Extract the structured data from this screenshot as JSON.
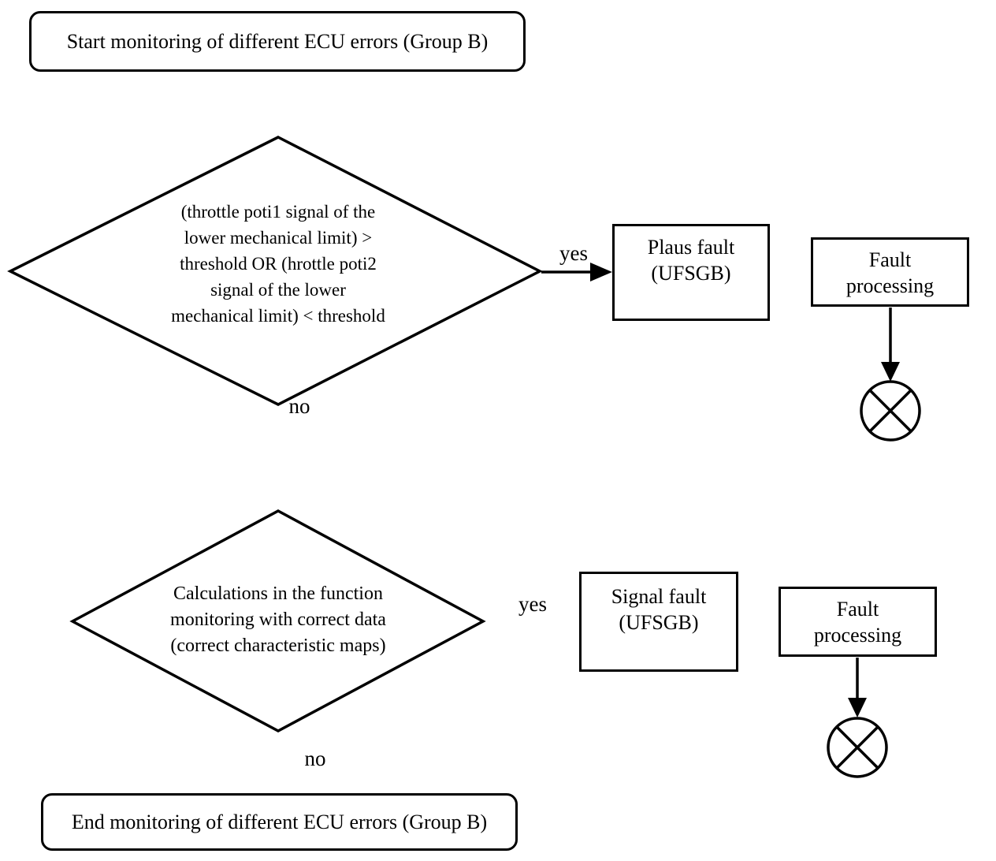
{
  "title": "ECU error monitoring flowchart (Group B)",
  "colors": {
    "stroke": "#000000",
    "background": "#ffffff",
    "text": "#000000"
  },
  "nodes": {
    "start": {
      "label": "Start monitoring of different ECU errors (Group B)"
    },
    "decision1": {
      "lines": [
        "(throttle poti1 signal of the",
        "lower mechanical limit) >",
        "threshold OR (hrottle poti2",
        "signal of the lower",
        "mechanical limit) < threshold"
      ]
    },
    "plaus_fault": {
      "lines": [
        "Plaus fault",
        "(UFSGB)"
      ]
    },
    "fault_processing1": {
      "lines": [
        "Fault",
        "processing"
      ]
    },
    "decision2": {
      "lines": [
        "Calculations in the function",
        "monitoring with correct data",
        "(correct characteristic maps)"
      ]
    },
    "signal_fault": {
      "lines": [
        "Signal fault",
        "(UFSGB)"
      ]
    },
    "fault_processing2": {
      "lines": [
        "Fault",
        "processing"
      ]
    },
    "end": {
      "label": "End monitoring of different ECU errors (Group B)"
    }
  },
  "edges": {
    "yes1": "yes",
    "no1": "no",
    "yes2": "yes",
    "no2": "no"
  }
}
